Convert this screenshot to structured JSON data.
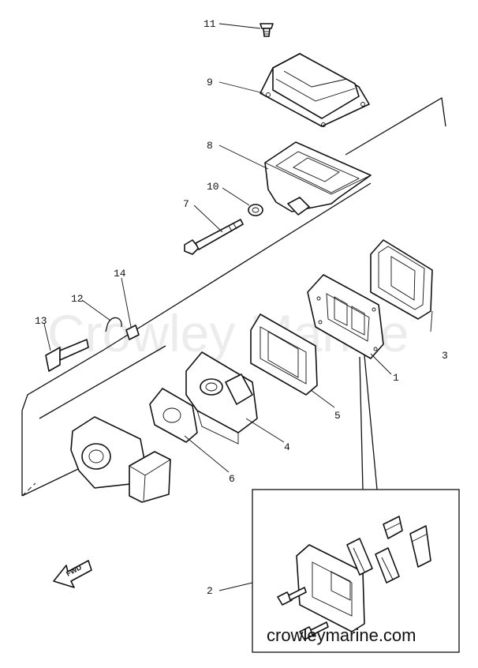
{
  "watermark": "Crowley Marine",
  "footer": {
    "site": "crowleymarine.com"
  },
  "fwd_badge": "FWD",
  "callouts": [
    {
      "id": "c1",
      "label": "1"
    },
    {
      "id": "c2",
      "label": "2"
    },
    {
      "id": "c3",
      "label": "3"
    },
    {
      "id": "c4",
      "label": "4"
    },
    {
      "id": "c5",
      "label": "5"
    },
    {
      "id": "c6",
      "label": "6"
    },
    {
      "id": "c7",
      "label": "7"
    },
    {
      "id": "c8",
      "label": "8"
    },
    {
      "id": "c9",
      "label": "9"
    },
    {
      "id": "c10",
      "label": "10"
    },
    {
      "id": "c11",
      "label": "11"
    },
    {
      "id": "c12",
      "label": "12"
    },
    {
      "id": "c13",
      "label": "13"
    },
    {
      "id": "c14",
      "label": "14"
    }
  ]
}
